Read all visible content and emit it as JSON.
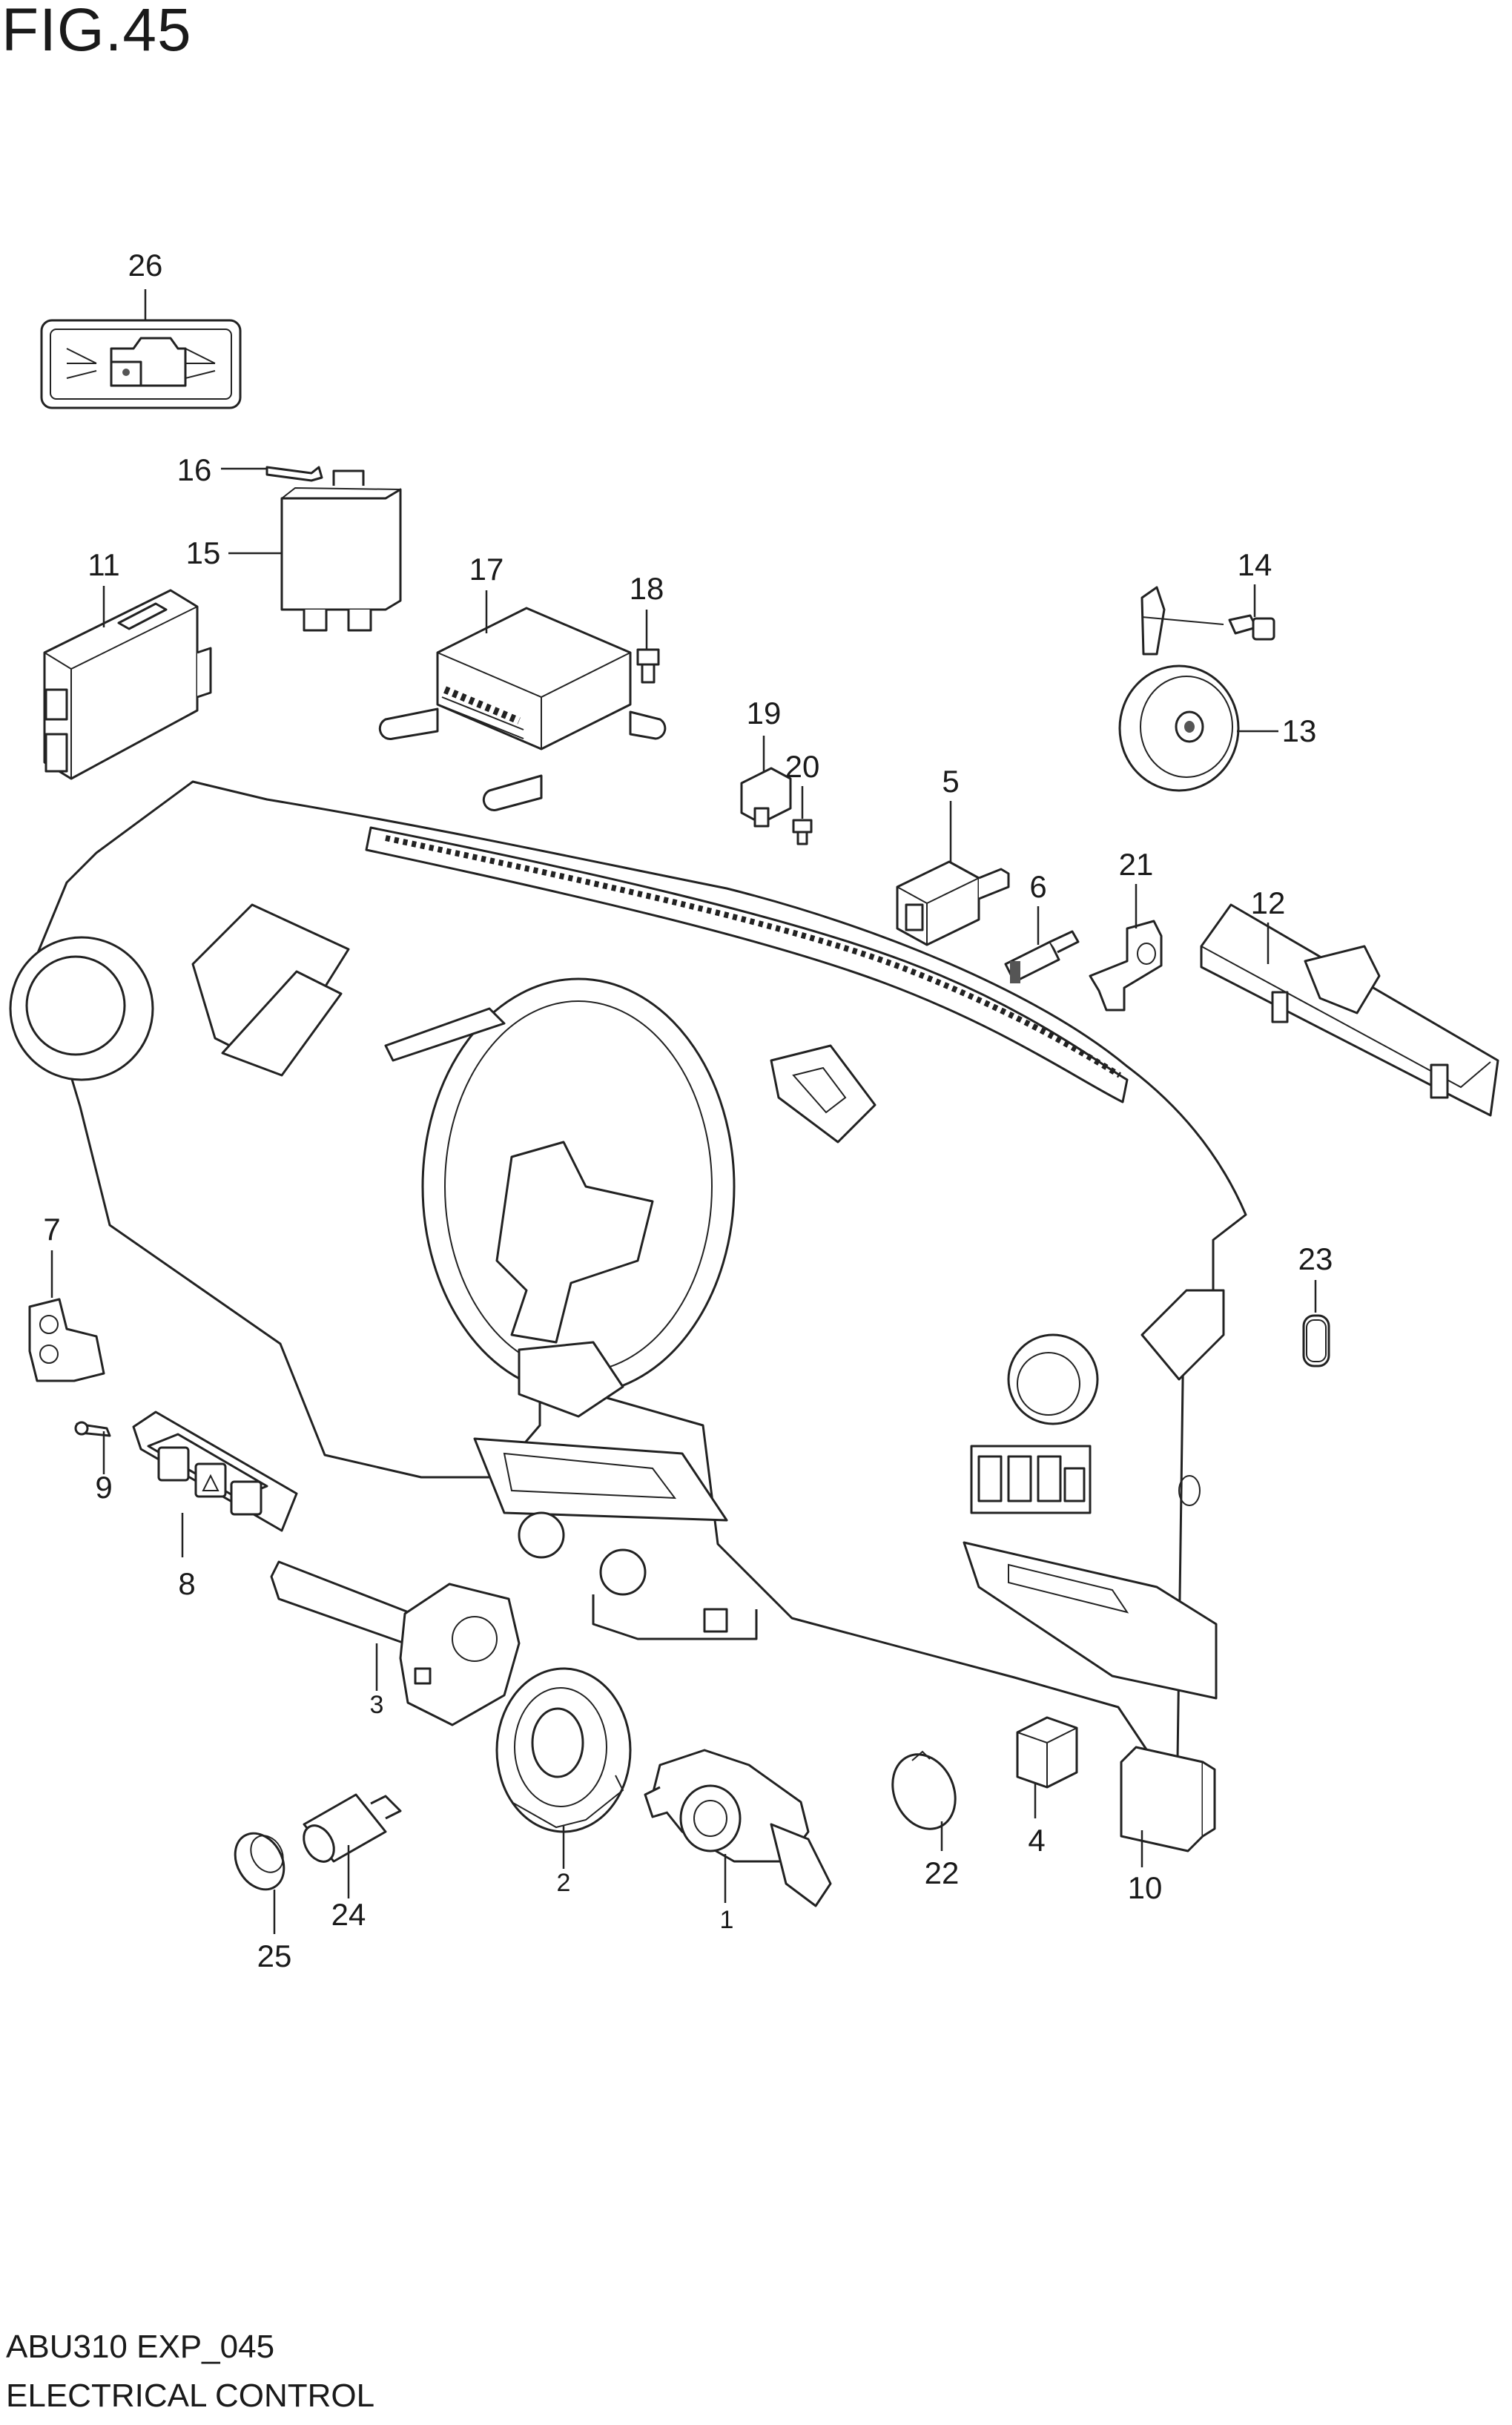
{
  "header": {
    "figure_title": "FIG.45"
  },
  "footer": {
    "model_code": "ABU310 EXP_045",
    "description": "ELECTRICAL CONTROL"
  },
  "callouts": {
    "c1": "1",
    "c2": "2",
    "c3": "3",
    "c4": "4",
    "c5": "5",
    "c6": "6",
    "c7": "7",
    "c8": "8",
    "c9": "9",
    "c10": "10",
    "c11": "11",
    "c12": "12",
    "c13": "13",
    "c14": "14",
    "c15": "15",
    "c16": "16",
    "c17": "17",
    "c18": "18",
    "c19": "19",
    "c20": "20",
    "c21": "21",
    "c22": "22",
    "c23": "23",
    "c24": "24",
    "c25": "25",
    "c26": "26"
  }
}
